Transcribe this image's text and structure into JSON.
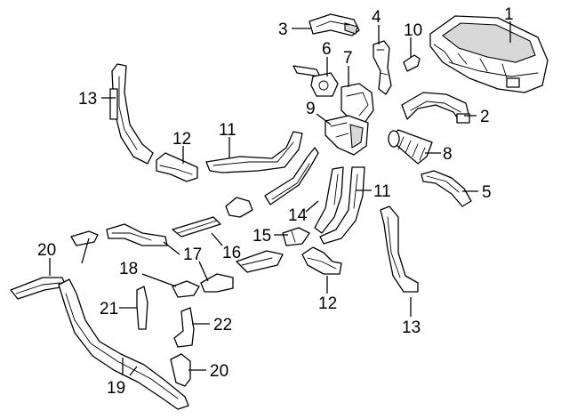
{
  "callouts": [
    {
      "id": "c1",
      "label": "1"
    },
    {
      "id": "c2",
      "label": "2"
    },
    {
      "id": "c3",
      "label": "3"
    },
    {
      "id": "c4",
      "label": "4"
    },
    {
      "id": "c5",
      "label": "5"
    },
    {
      "id": "c6",
      "label": "6"
    },
    {
      "id": "c7",
      "label": "7"
    },
    {
      "id": "c8",
      "label": "8"
    },
    {
      "id": "c9",
      "label": "9"
    },
    {
      "id": "c10",
      "label": "10"
    },
    {
      "id": "c11a",
      "label": "11"
    },
    {
      "id": "c11b",
      "label": "11"
    },
    {
      "id": "c12a",
      "label": "12"
    },
    {
      "id": "c12b",
      "label": "12"
    },
    {
      "id": "c13a",
      "label": "13"
    },
    {
      "id": "c13b",
      "label": "13"
    },
    {
      "id": "c14",
      "label": "14"
    },
    {
      "id": "c15",
      "label": "15"
    },
    {
      "id": "c16",
      "label": "16"
    },
    {
      "id": "c17",
      "label": "17"
    },
    {
      "id": "c18",
      "label": "18"
    },
    {
      "id": "c19",
      "label": "19"
    },
    {
      "id": "c20a",
      "label": "20"
    },
    {
      "id": "c20b",
      "label": "20"
    },
    {
      "id": "c21",
      "label": "21"
    },
    {
      "id": "c22",
      "label": "22"
    }
  ],
  "colors": {
    "line": "#000000",
    "background": "#ffffff",
    "shade": "#d8d8d8"
  }
}
